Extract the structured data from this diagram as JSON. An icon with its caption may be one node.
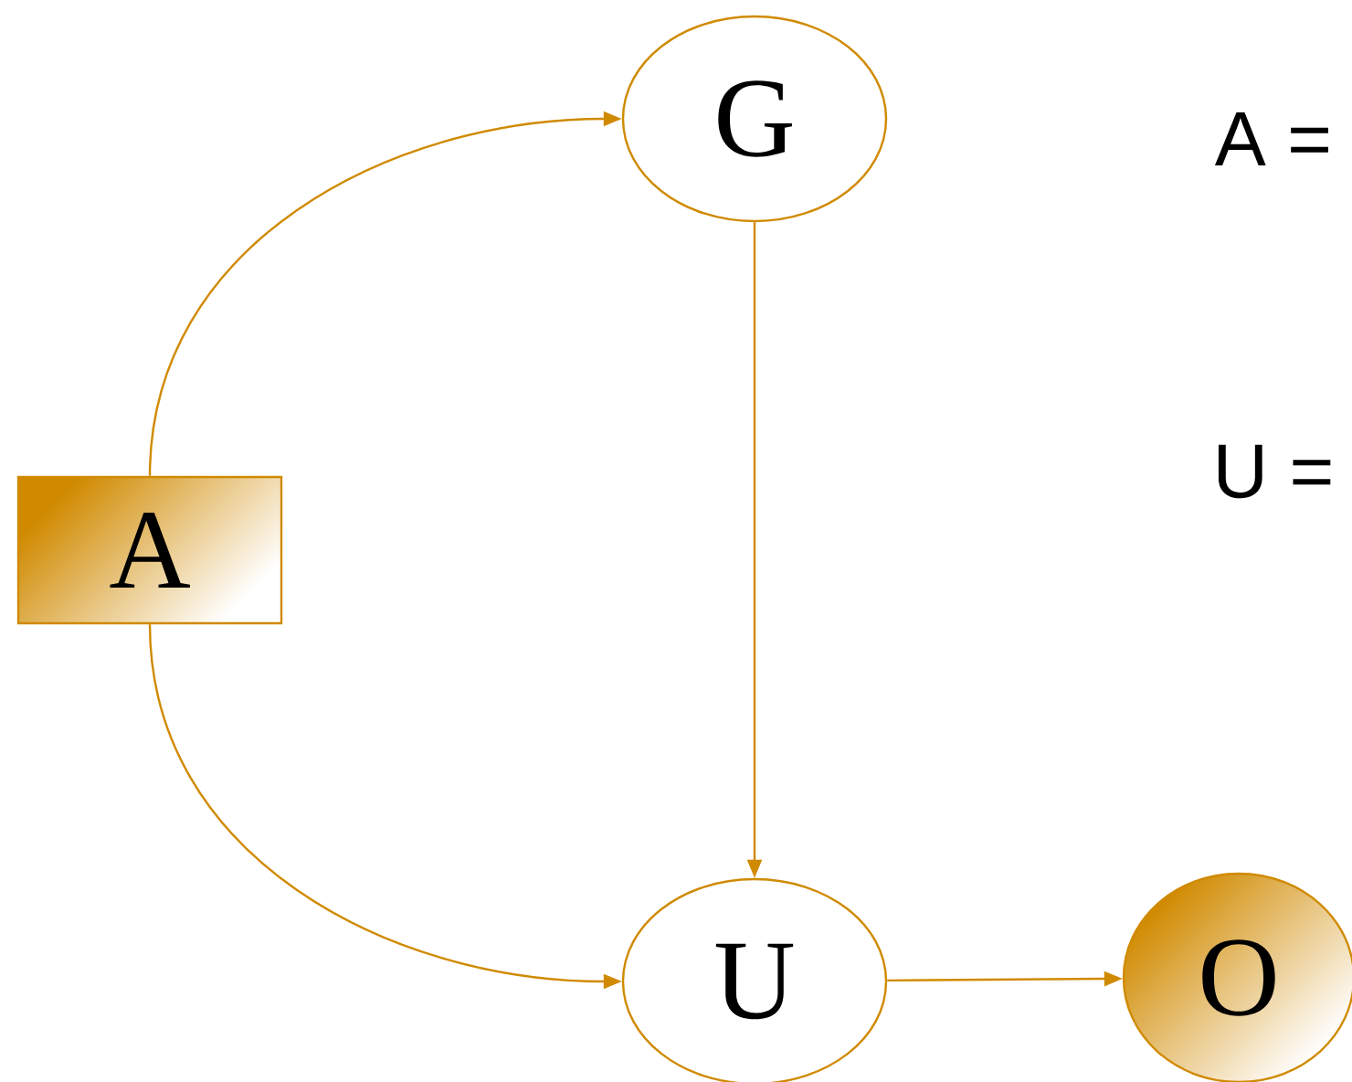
{
  "diagram": {
    "nodes": [
      {
        "text": [
          "G"
        ]
      },
      {
        "text": [
          "A"
        ]
      },
      {
        "text": [
          "U"
        ]
      },
      {
        "text": [
          "O"
        ]
      }
    ],
    "edges": [
      {
        "from": 1,
        "to": 0,
        "arrow": "to"
      },
      {
        "from": 0,
        "to": 2,
        "arrow": "to"
      },
      {
        "from": 1,
        "to": 2,
        "arrow": "to"
      },
      {
        "from": 2,
        "to": 3,
        "arrow": "to"
      }
    ],
    "labels": [
      "A =",
      "U ="
    ]
  }
}
